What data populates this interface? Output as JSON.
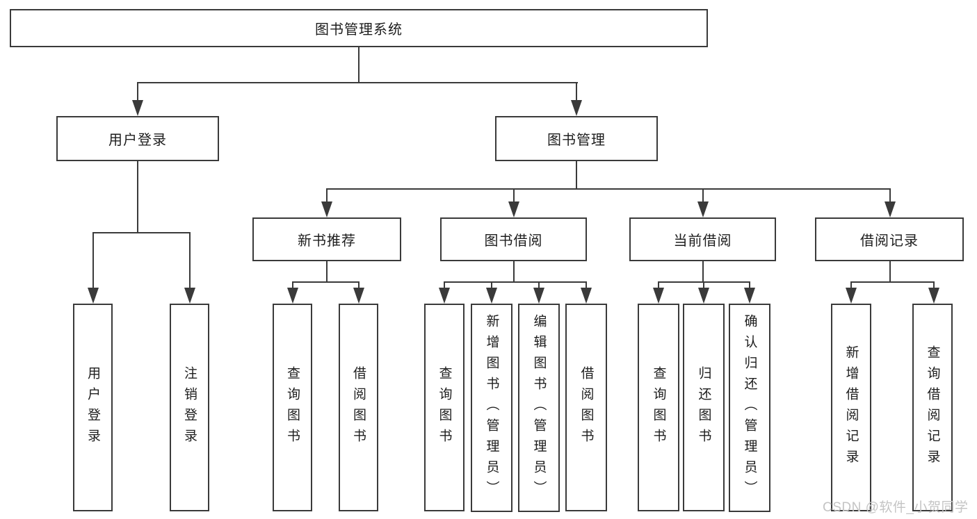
{
  "diagram": {
    "title": "图书管理系统",
    "root": {
      "label": "图书管理系统"
    },
    "level2": {
      "user_login": {
        "label": "用户登录"
      },
      "book_mgmt": {
        "label": "图书管理"
      }
    },
    "level3": {
      "new_books": {
        "label": "新书推荐"
      },
      "book_borrow": {
        "label": "图书借阅"
      },
      "current_borrow": {
        "label": "当前借阅"
      },
      "borrow_records": {
        "label": "借阅记录"
      }
    },
    "leaves": {
      "login": {
        "label": "用户登录"
      },
      "logout": {
        "label": "注销登录"
      },
      "nb_query": {
        "label": "查询图书"
      },
      "nb_borrow": {
        "label": "借阅图书"
      },
      "bb_query": {
        "label": "查询图书"
      },
      "bb_add": {
        "label": "新增图书（管理员）"
      },
      "bb_edit": {
        "label": "编辑图书（管理员）"
      },
      "bb_borrow": {
        "label": "借阅图书"
      },
      "cb_query": {
        "label": "查询图书"
      },
      "cb_return": {
        "label": "归还图书"
      },
      "cb_confirm": {
        "label": "确认归还（管理员）"
      },
      "br_add": {
        "label": "新增借阅记录"
      },
      "br_query": {
        "label": "查询借阅记录"
      }
    },
    "watermark": "CSDN @软件_小贺同学",
    "colors": {
      "line": "#3a3a3a",
      "text": "#1d1d1d",
      "watermark": "#c4c4c4",
      "background": "#ffffff"
    }
  }
}
